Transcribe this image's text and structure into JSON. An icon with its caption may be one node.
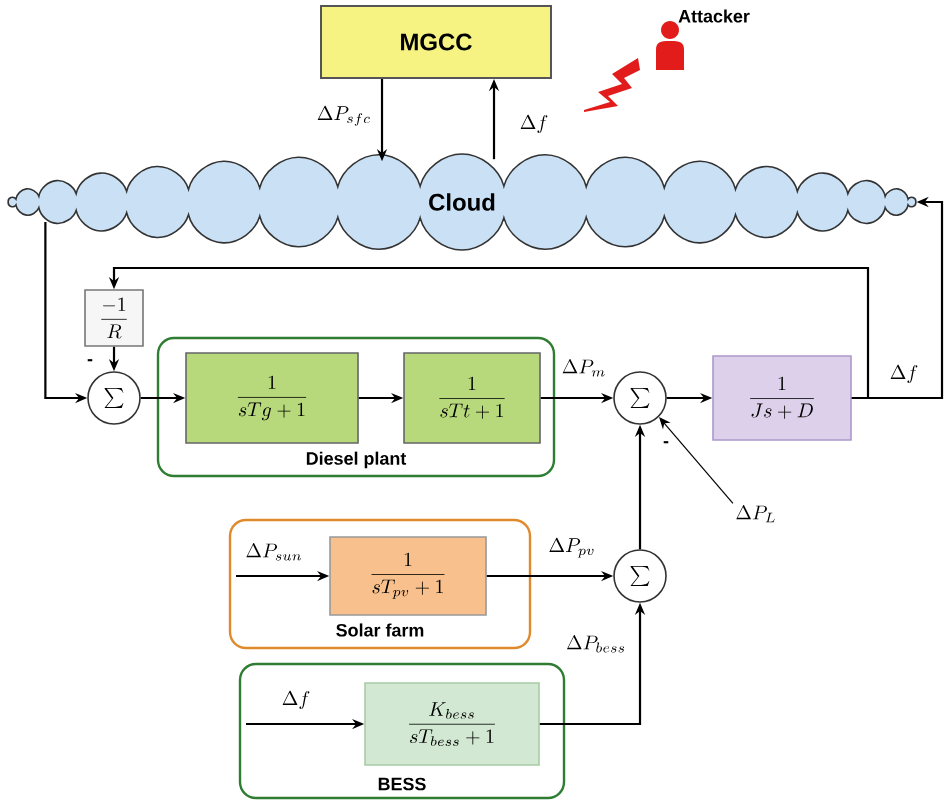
{
  "diagram": {
    "nodes": [
      {
        "text": [
          "MGCC"
        ]
      },
      {
        "text": [
          "Cloud"
        ]
      },
      {
        "text": [
          "\\frac{-1}{R}"
        ]
      },
      {
        "text": [
          "\\sum"
        ]
      },
      {
        "text": [
          "Diesel plant"
        ]
      },
      {
        "text": [
          "\\frac{1}{sTg+1}"
        ],
        "in": 4
      },
      {
        "text": [
          "\\frac{1}{sTt+1}"
        ],
        "in": 4
      },
      {
        "text": [
          "\\sum"
        ]
      },
      {
        "text": [
          "\\frac{1}{Js+D}"
        ]
      },
      {
        "text": [
          "\\Delta P_{L}"
        ]
      },
      {
        "text": [
          "Solar farm"
        ]
      },
      {
        "text": [
          "\\frac{1}{sT_{pv}+1}"
        ],
        "in": 10
      },
      {
        "text": [
          "\\sum"
        ]
      },
      {
        "text": [
          "BESS"
        ]
      },
      {
        "text": [
          "\\frac{K_{bess}}{sT_{bess}+1}"
        ],
        "in": 13
      }
    ],
    "edges": [
      {
        "from": 0,
        "to": 1,
        "arrow": "to",
        "label": "\\Delta P_{sfc}"
      },
      {
        "from": 1,
        "to": 0,
        "arrow": "to",
        "label": "\\Delta f"
      },
      {
        "from": 8,
        "to": 1,
        "arrow": "to",
        "label": "\\Delta f"
      },
      {
        "from": 8,
        "to": 2,
        "arrow": "to"
      },
      {
        "from": 1,
        "to": 3,
        "arrow": "to"
      },
      {
        "from": 2,
        "to": 3,
        "arrow": "to"
      },
      {
        "from": 3,
        "to": 5,
        "arrow": "to"
      },
      {
        "from": 5,
        "to": 6,
        "arrow": "to"
      },
      {
        "from": 6,
        "to": 7,
        "arrow": "to",
        "label": "\\Delta P_{m}"
      },
      {
        "from": 7,
        "to": 8,
        "arrow": "to"
      },
      {
        "from": 9,
        "to": 7,
        "arrow": "to"
      },
      {
        "from": null,
        "to": 11,
        "arrow": "to",
        "label": "\\Delta P_{sun}"
      },
      {
        "from": 11,
        "to": 12,
        "arrow": "to",
        "label": "\\Delta P_{pv}"
      },
      {
        "from": 12,
        "to": 7,
        "arrow": "to"
      },
      {
        "from": null,
        "to": 14,
        "arrow": "to",
        "label": "\\Delta f"
      },
      {
        "from": 14,
        "to": 12,
        "arrow": "to",
        "label": "\\Delta P_{bess}"
      }
    ],
    "labels": [
      "Attacker",
      "-",
      "-"
    ]
  }
}
